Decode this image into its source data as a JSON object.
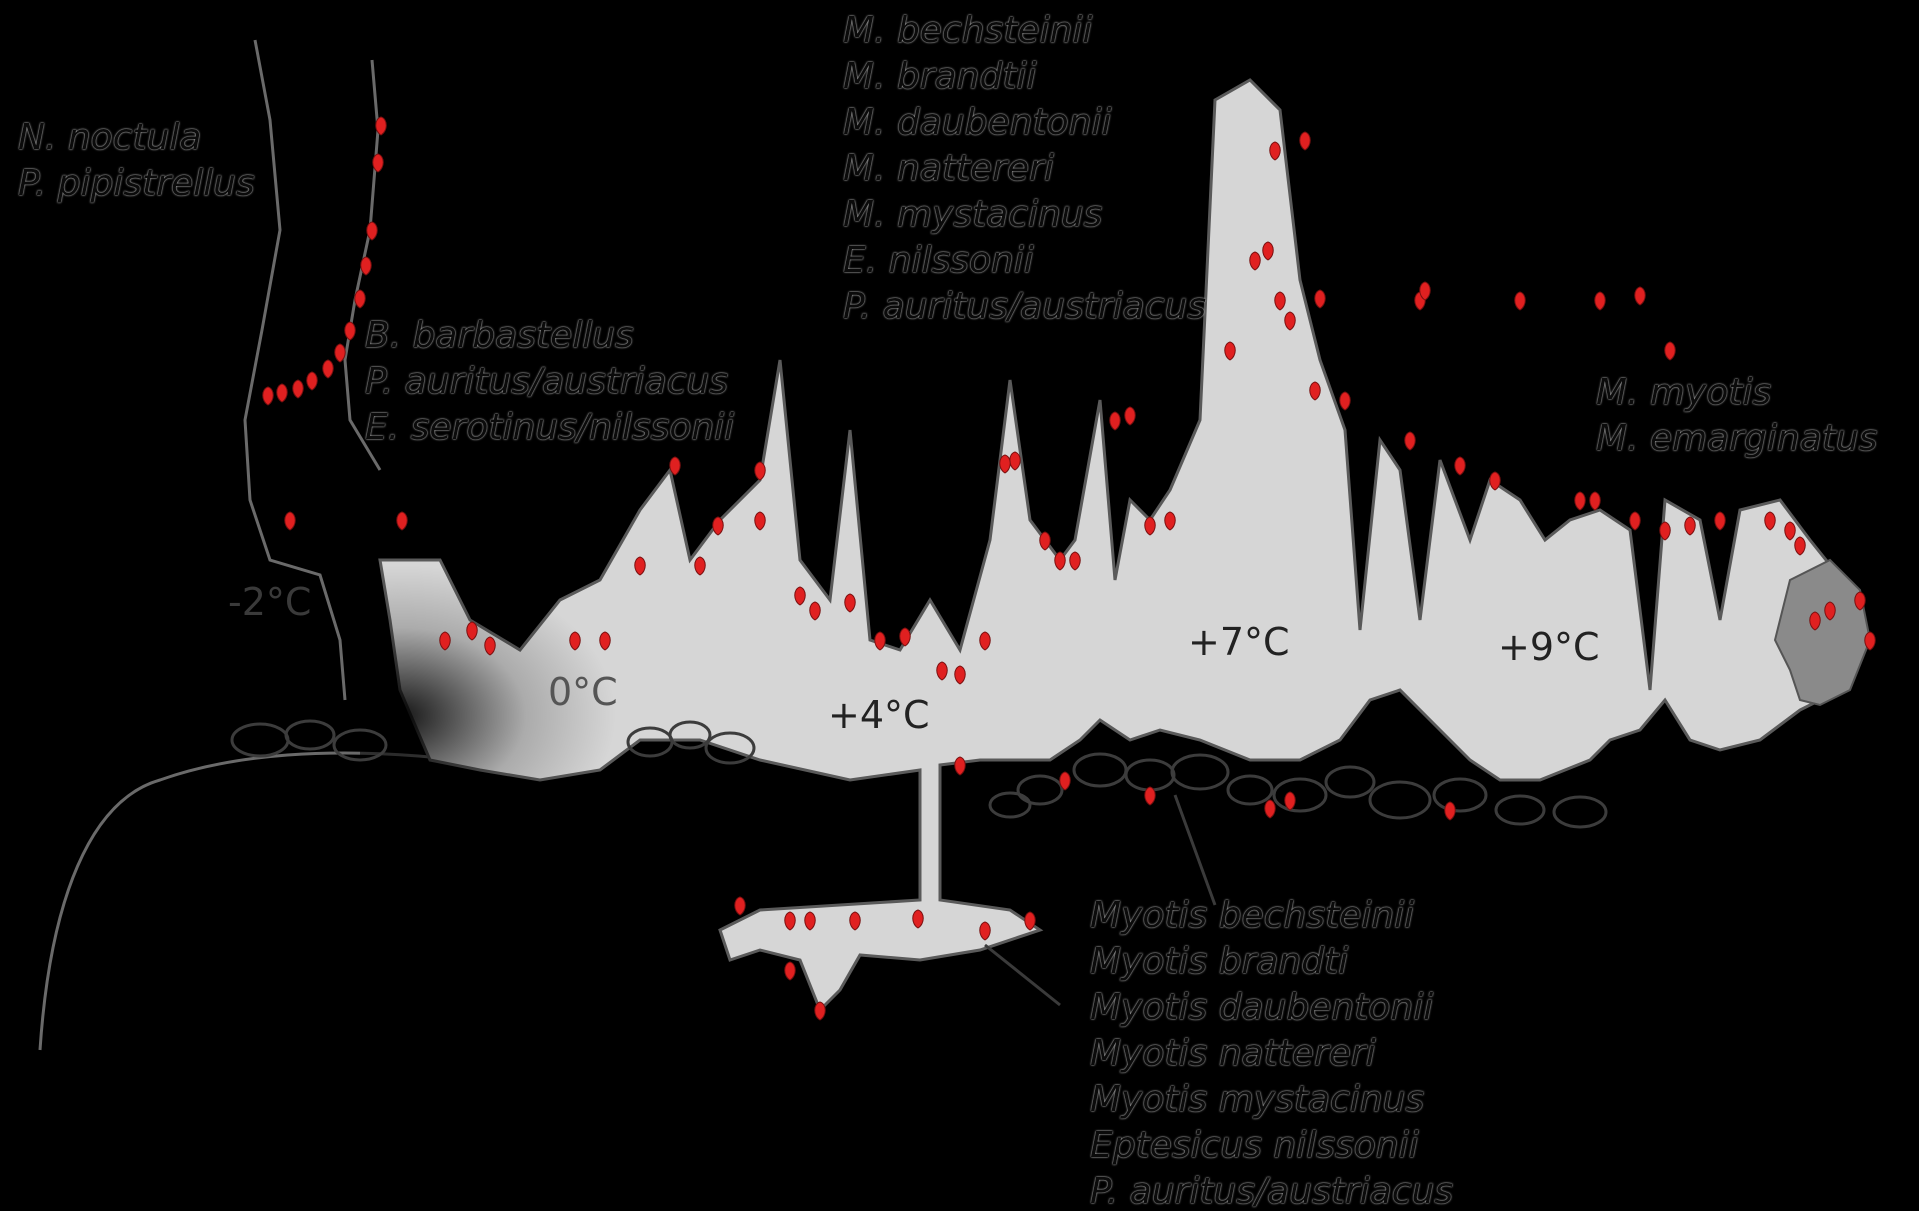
{
  "colors": {
    "background": "#000000",
    "cave_fill": "#d6d6d6",
    "cave_outline": "#5a5a5a",
    "bat_marker": "#e02020",
    "shaded_chamber": "#8a8a8a"
  },
  "temperatures": [
    "-2°C",
    "0°C",
    "+4°C",
    "+7°C",
    "+9°C"
  ],
  "species_groups": {
    "entrance_top": [
      "N. noctula",
      "P. pipistrellus"
    ],
    "entrance_wall": [
      "B. barbastellus",
      "P. auritus/austriacus",
      "E. serotinus/nilssonii"
    ],
    "upper_chimney": [
      "M. bechsteinii",
      "M. brandtii",
      "M. daubentonii",
      "M. nattereri",
      "M. mystacinus",
      "E. nilssonii",
      "P. auritus/austriacus"
    ],
    "deep_chamber": [
      "M. myotis",
      "M. emarginatus"
    ],
    "lower_passage": [
      "Myotis bechsteinii",
      "Myotis brandti",
      "Myotis daubentonii",
      "Myotis nattereri",
      "Myotis mystacinus",
      "Eptesicus nilssonii",
      "P. auritus/austriacus"
    ]
  }
}
